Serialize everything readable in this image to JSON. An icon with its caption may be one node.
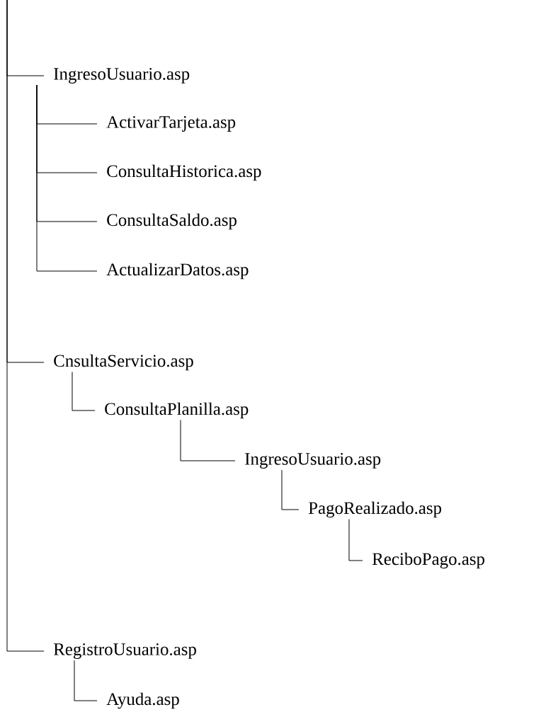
{
  "diagram": {
    "nodes": [
      {
        "text": [
          "IngresoUsuario.asp"
        ]
      },
      {
        "text": [
          "ActivarTarjeta.asp"
        ]
      },
      {
        "text": [
          "ConsultaHistorica.asp"
        ]
      },
      {
        "text": [
          "ConsultaSaldo.asp"
        ]
      },
      {
        "text": [
          "ActualizarDatos.asp"
        ]
      },
      {
        "text": [
          "CnsultaServicio.asp"
        ]
      },
      {
        "text": [
          "ConsultaPlanilla.asp"
        ]
      },
      {
        "text": [
          "IngresoUsuario.asp"
        ]
      },
      {
        "text": [
          "PagoRealizado.asp"
        ]
      },
      {
        "text": [
          "ReciboPago.asp"
        ]
      },
      {
        "text": [
          "RegistroUsuario.asp"
        ]
      },
      {
        "text": [
          "Ayuda.asp"
        ]
      }
    ],
    "edges": [
      {
        "from": null,
        "to": 0,
        "arrow": "none"
      },
      {
        "from": 0,
        "to": 1,
        "arrow": "none"
      },
      {
        "from": 0,
        "to": 2,
        "arrow": "none"
      },
      {
        "from": 0,
        "to": 3,
        "arrow": "none"
      },
      {
        "from": 0,
        "to": 4,
        "arrow": "none"
      },
      {
        "from": null,
        "to": 5,
        "arrow": "none"
      },
      {
        "from": 5,
        "to": 6,
        "arrow": "none"
      },
      {
        "from": 6,
        "to": 7,
        "arrow": "none"
      },
      {
        "from": 7,
        "to": 8,
        "arrow": "none"
      },
      {
        "from": 8,
        "to": 9,
        "arrow": "none"
      },
      {
        "from": null,
        "to": 10,
        "arrow": "none"
      },
      {
        "from": 10,
        "to": 11,
        "arrow": "none"
      }
    ]
  }
}
